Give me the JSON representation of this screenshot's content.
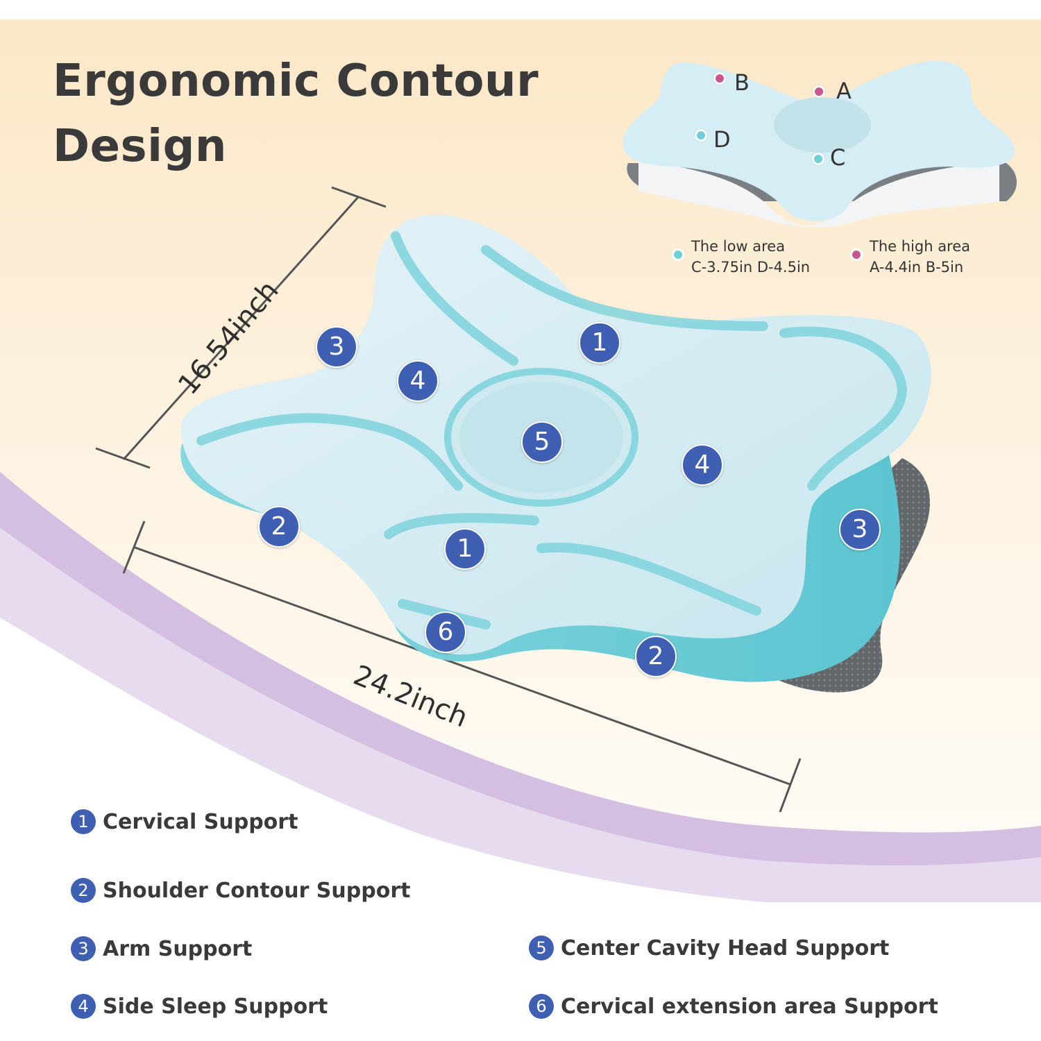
{
  "title": {
    "line1": "Ergonomic Contour",
    "line2": "Design"
  },
  "dimensions": {
    "depth": "16.54inch",
    "width": "24.2inch"
  },
  "callouts": [
    "3",
    "4",
    "1",
    "5",
    "4",
    "2",
    "1",
    "3",
    "6",
    "2"
  ],
  "inset": {
    "points": [
      "B",
      "A",
      "D",
      "C"
    ],
    "legend": {
      "low": {
        "title": "The low area",
        "values": "C-3.75in D-4.5in"
      },
      "high": {
        "title": "The high area",
        "values": "A-4.4in B-5in"
      }
    }
  },
  "features": [
    {
      "num": "1",
      "label": "Cervical Support"
    },
    {
      "num": "2",
      "label": "Shoulder Contour Support"
    },
    {
      "num": "3",
      "label": "Arm Support"
    },
    {
      "num": "4",
      "label": "Side Sleep Support"
    },
    {
      "num": "5",
      "label": "Center Cavity Head Support"
    },
    {
      "num": "6",
      "label": "Cervical extension area Support"
    }
  ],
  "colors": {
    "accent": "#3e5fb2",
    "foam": "#d3ecf3",
    "gel": "#7fd3dc",
    "mesh": "#6b6f72",
    "lavender": "#d9c6e4",
    "low_dot": "#6fd0d8",
    "high_dot": "#c9578d"
  }
}
